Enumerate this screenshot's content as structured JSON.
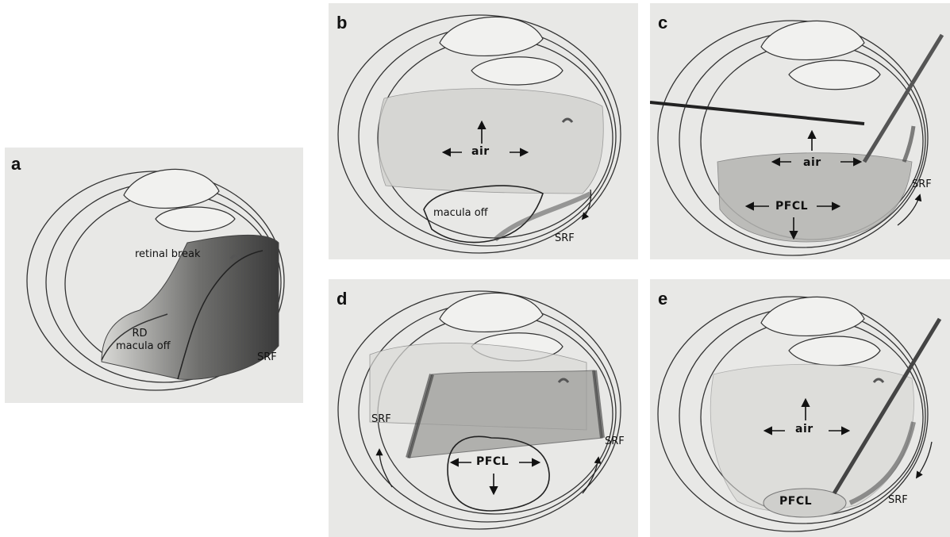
{
  "panels": {
    "a": {
      "letter": "a",
      "labels": {
        "retinal_break": "retinal break",
        "rd": "RD",
        "macula_off": "macula off",
        "srf": "SRF"
      }
    },
    "b": {
      "letter": "b",
      "labels": {
        "air": "air",
        "macula_off": "macula off",
        "srf": "SRF"
      }
    },
    "c": {
      "letter": "c",
      "labels": {
        "air": "air",
        "pfcl": "PFCL",
        "srf": "SRF"
      }
    },
    "d": {
      "letter": "d",
      "labels": {
        "pfcl": "PFCL",
        "srf_left": "SRF",
        "srf_right": "SRF"
      }
    },
    "e": {
      "letter": "e",
      "labels": {
        "air": "air",
        "pfcl": "PFCL",
        "srf": "SRF"
      }
    }
  }
}
